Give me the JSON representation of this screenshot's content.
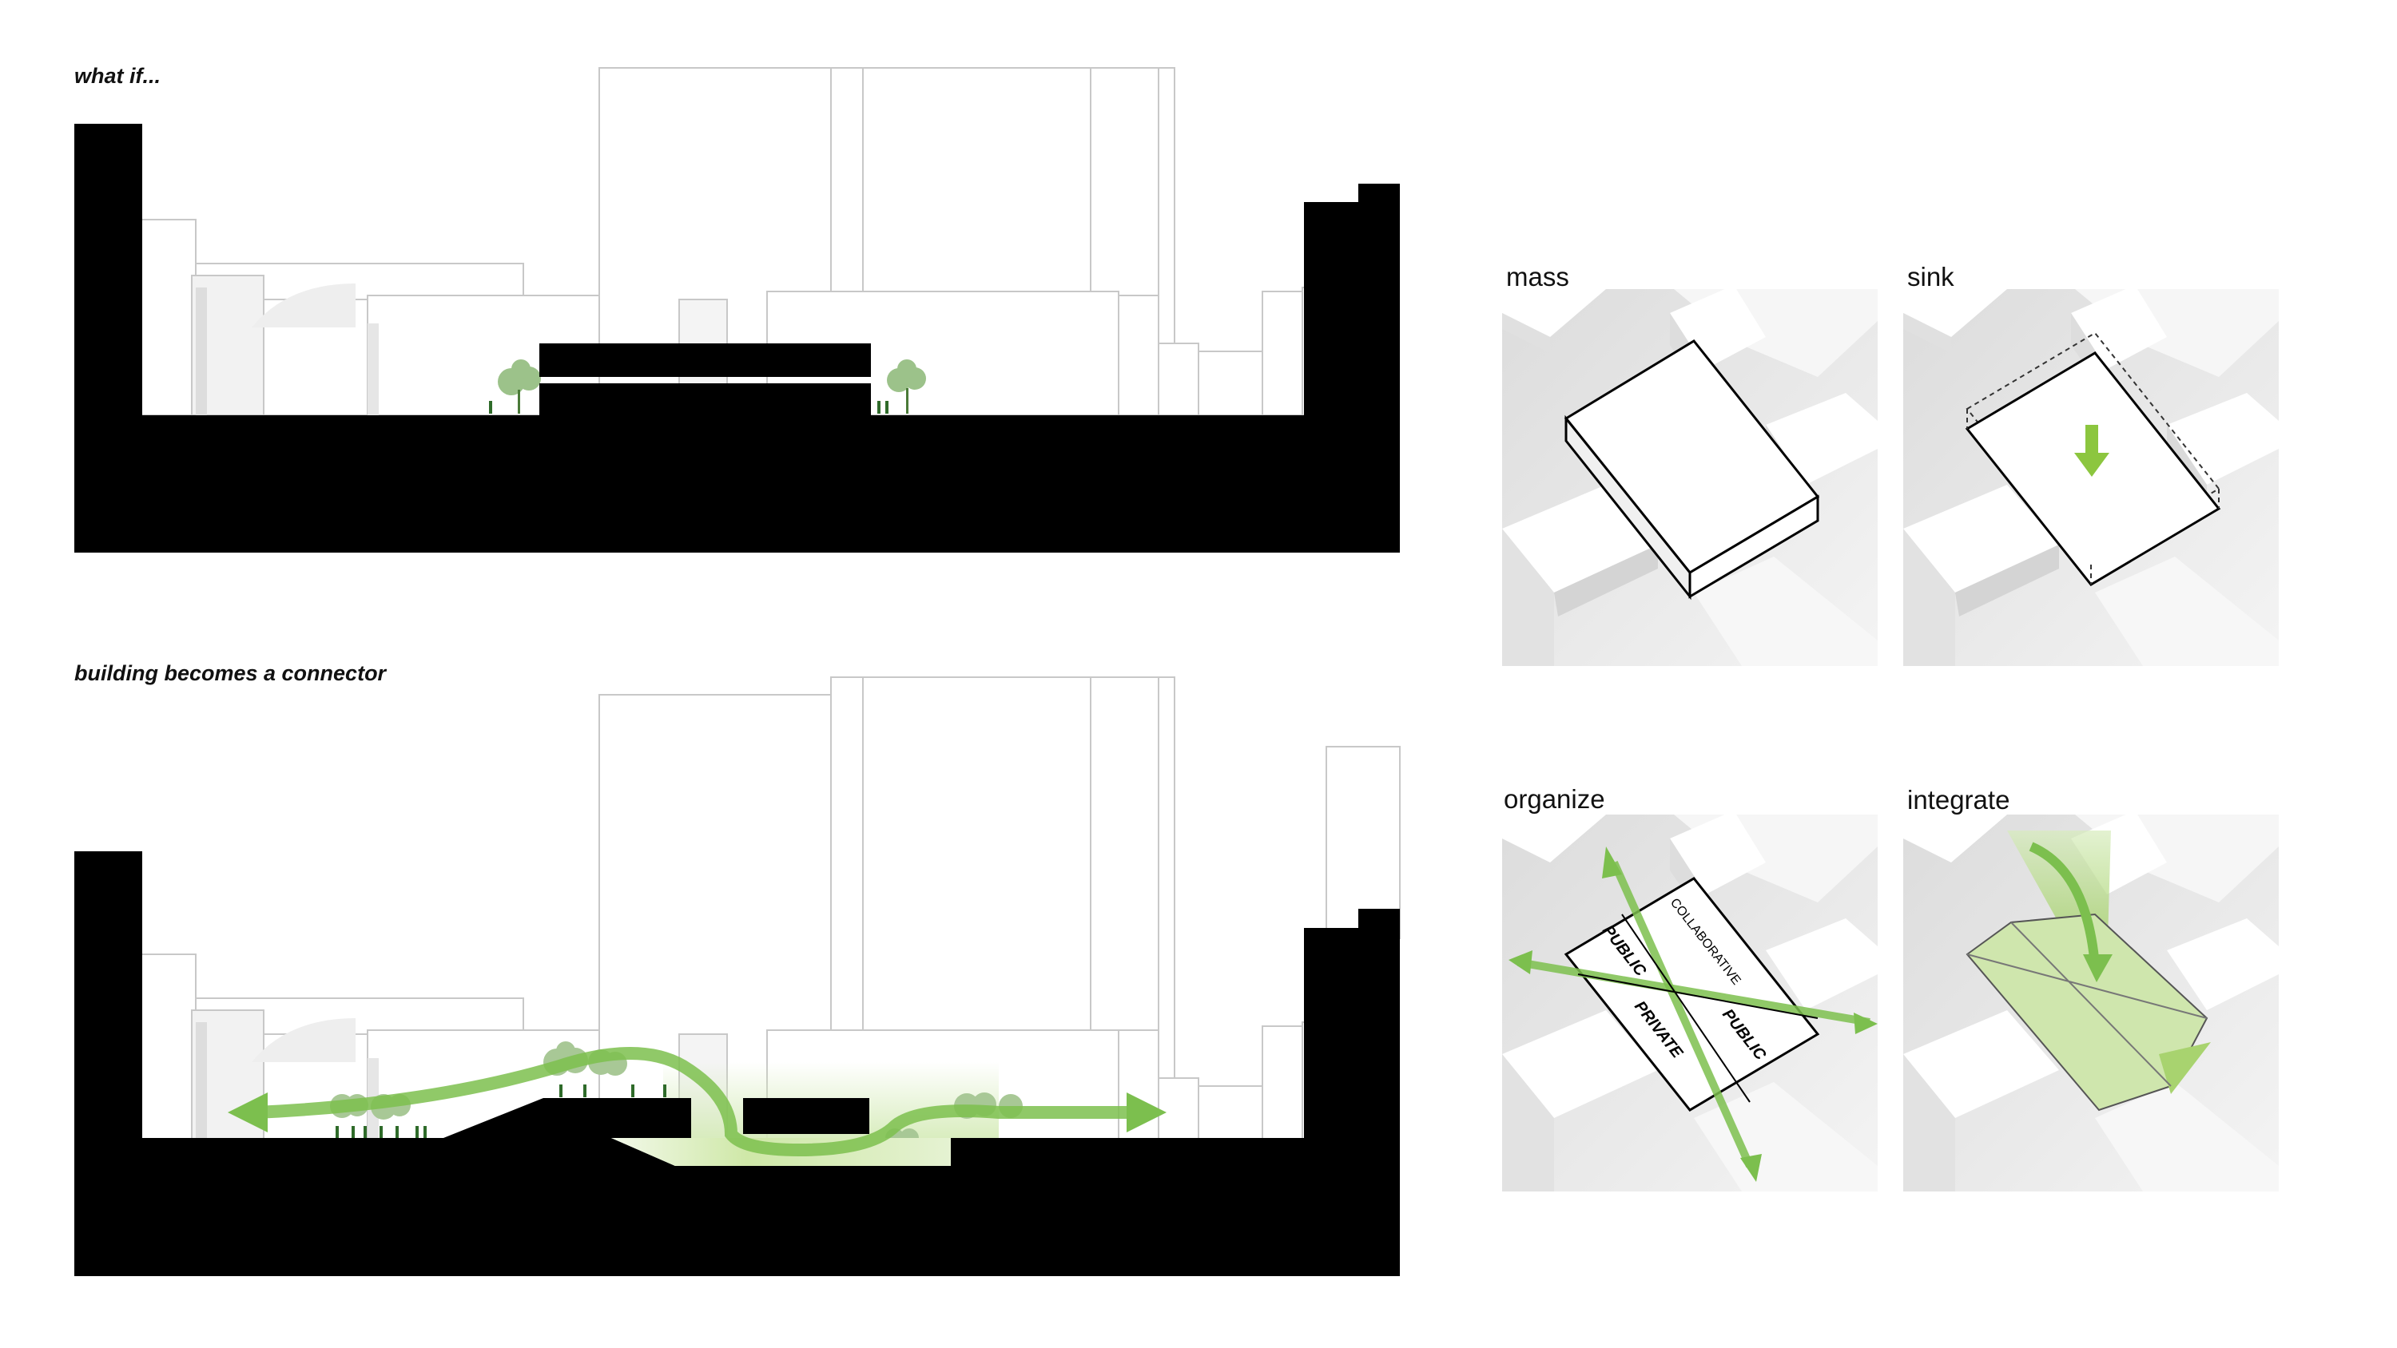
{
  "sections": {
    "top": {
      "caption": "what if..."
    },
    "bottom": {
      "caption": "building becomes a connector"
    }
  },
  "steps": [
    {
      "label": "mass"
    },
    {
      "label": "sink"
    },
    {
      "label": "organize"
    },
    {
      "label": "integrate"
    }
  ],
  "zones": {
    "public_1": "PUBLIC",
    "collaborative": "COLLABORATIVE",
    "private": "PRIVATE",
    "public_2": "PUBLIC"
  },
  "colors": {
    "ground": "#000000",
    "green": "#7cbf4e",
    "green_light": "#d5ebb8",
    "tree": "#9cc28a",
    "line": "#c8c8c8",
    "block_shadow": "#d9d9d9"
  }
}
